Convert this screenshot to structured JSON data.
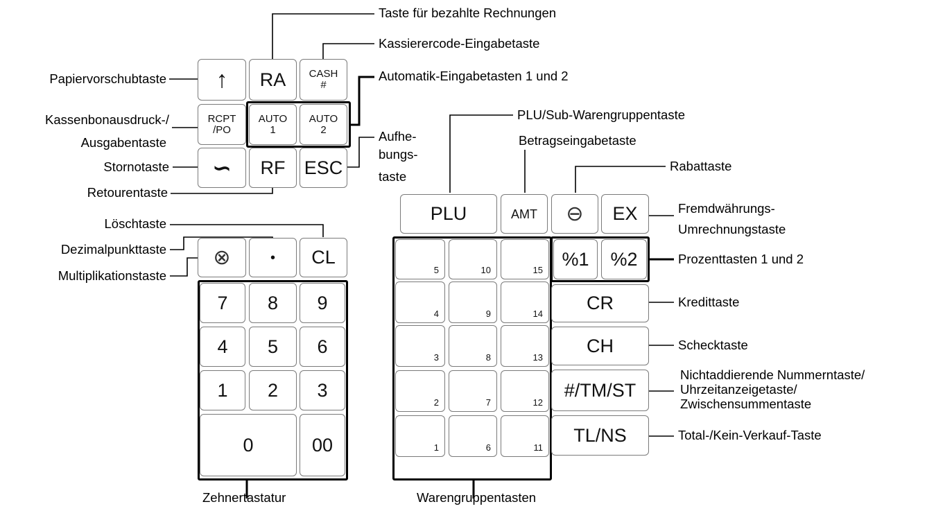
{
  "function_keys": {
    "feed": "↑",
    "ra": "RA",
    "cash_line1": "CASH",
    "cash_line2": "#",
    "rcpt_line1": "RCPT",
    "rcpt_line2": "/PO",
    "auto1_line1": "AUTO",
    "auto1_line2": "1",
    "auto2_line1": "AUTO",
    "auto2_line2": "2",
    "void": "∽",
    "rf": "RF",
    "esc": "ESC"
  },
  "tenkey": {
    "multiply": "⊗",
    "point": "•",
    "clear": "CL",
    "rows": [
      [
        "7",
        "8",
        "9"
      ],
      [
        "4",
        "5",
        "6"
      ],
      [
        "1",
        "2",
        "3"
      ]
    ],
    "zero": "0",
    "double_zero": "00"
  },
  "right_keys": {
    "plu": "PLU",
    "amt": "AMT",
    "discount": "⊖",
    "ex": "EX",
    "pct1": "%1",
    "pct2": "%2",
    "cr": "CR",
    "ch": "CH",
    "tmst": "#/TM/ST",
    "tlns": "TL/NS"
  },
  "department_keys": {
    "rows": [
      [
        "5",
        "10",
        "15"
      ],
      [
        "4",
        "9",
        "14"
      ],
      [
        "3",
        "8",
        "13"
      ],
      [
        "2",
        "7",
        "12"
      ],
      [
        "1",
        "6",
        "11"
      ]
    ]
  },
  "labels": {
    "ra_key": "Taste für bezahlte Rechnungen",
    "cashier_key": "Kassierercode-Eingabetaste",
    "auto_keys": "Automatik-Eingabetasten 1 und 2",
    "feed_key": "Papiervorschubtaste",
    "receipt_key_line1": "Kassenbonausdruck-/",
    "receipt_key_line2": "Ausgabentaste",
    "esc_key_line1": "Aufhe-",
    "esc_key_line2": "bungs-",
    "esc_key_line3": "taste",
    "void_key": "Stornotaste",
    "refund_key": "Retourentaste",
    "plu_key": "PLU/Sub-Warengruppentaste",
    "amt_key": "Betragseingabetaste",
    "discount_key": "Rabattaste",
    "ex_key_line1": "Fremdwährungs-",
    "ex_key_line2": "Umrechnungstaste",
    "clear_key": "Löschtaste",
    "point_key": "Dezimalpunkttaste",
    "multiply_key": "Multiplikationstaste",
    "percent_keys": "Prozenttasten 1 und 2",
    "credit_key": "Kredittaste",
    "check_key": "Schecktaste",
    "tmst_line1": "Nichtaddierende Nummerntaste/",
    "tmst_line2": "Uhrzeitanzeigetaste/",
    "tmst_line3": "Zwischensummentaste",
    "total_key": "Total-/Kein-Verkauf-Taste",
    "tenkey_group": "Zehnertastatur",
    "dept_group": "Warengruppentasten"
  }
}
